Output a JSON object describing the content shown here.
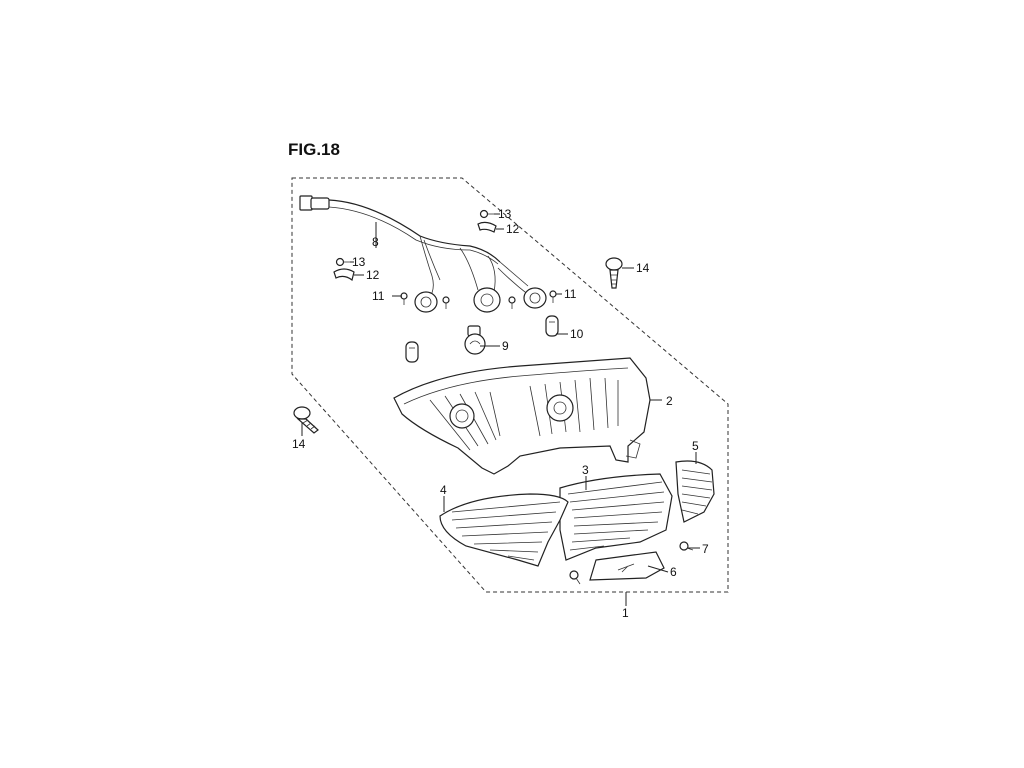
{
  "figure": {
    "title": "FIG.18"
  },
  "callouts": {
    "c1": "1",
    "c2": "2",
    "c3": "3",
    "c4": "4",
    "c5": "5",
    "c6": "6",
    "c7": "7",
    "c8": "8",
    "c9": "9",
    "c10": "10",
    "c11a": "11",
    "c11b": "11",
    "c12a": "12",
    "c12b": "12",
    "c13a": "13",
    "c13b": "13",
    "c14a": "14",
    "c14b": "14"
  }
}
